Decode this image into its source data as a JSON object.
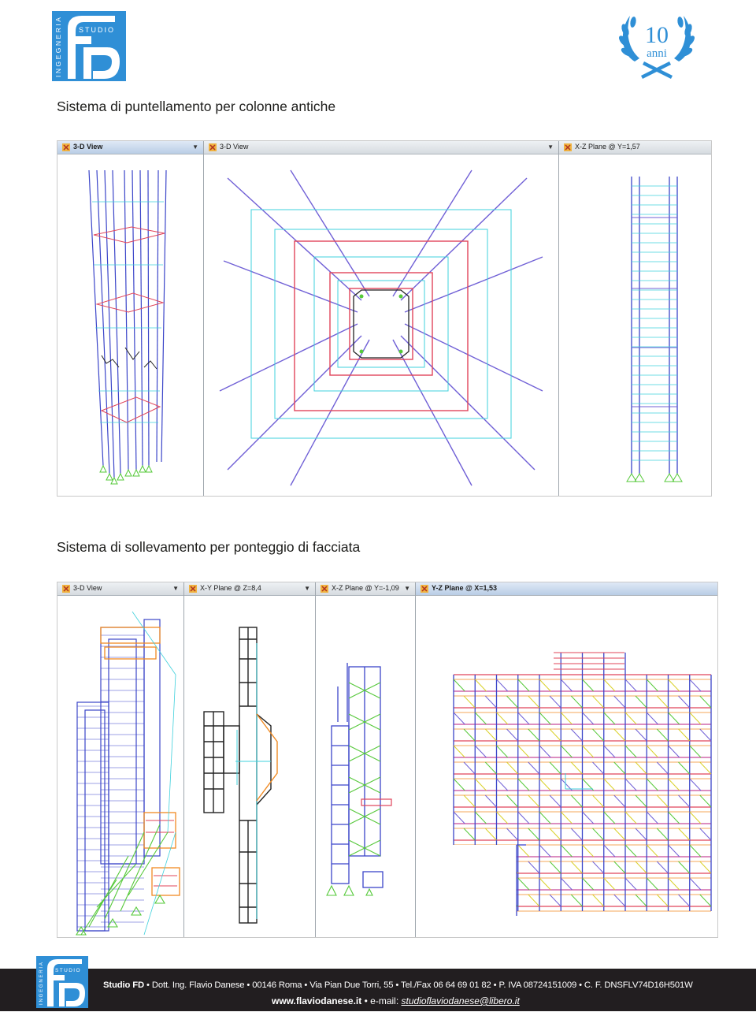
{
  "brand": {
    "logo_letters": "fd",
    "logo_word_vertical": "INGEGNERIA",
    "logo_word_horizontal": "STUDIO",
    "anniversary_number": "10",
    "anniversary_word": "anni"
  },
  "sections": [
    {
      "title": "Sistema di puntellamento per colonne antiche",
      "panels": [
        {
          "label": "3-D View",
          "active": true
        },
        {
          "label": "3-D View",
          "active": false
        },
        {
          "label": "X-Z Plane @ Y=1,57",
          "active": false
        }
      ]
    },
    {
      "title": "Sistema di sollevamento per ponteggio di facciata",
      "panels": [
        {
          "label": "3-D View",
          "active": false
        },
        {
          "label": "X-Y Plane @ Z=8,4",
          "active": false
        },
        {
          "label": "X-Z Plane @ Y=-1,09",
          "active": false
        },
        {
          "label": "Y-Z Plane @ X=1,53",
          "active": true
        }
      ]
    }
  ],
  "footer": {
    "company": "Studio FD",
    "details": [
      "Dott. Ing. Flavio Danese",
      "00146 Roma",
      "Via Pian Due Torri, 55",
      "Tel./Fax 06 64 69 01 82",
      "P. IVA 08724151009",
      "C. F. DNSFLV74D16H501W"
    ],
    "website": "www.flaviodanese.it",
    "email_label": "e-mail:",
    "email": "studioflaviodanese@libero.it",
    "separator": "•"
  },
  "colors": {
    "logo_blue": "#2f8fd6",
    "footer_bg": "#221e20",
    "frame_blue": "#3b45c9",
    "frame_cyan": "#3fd0dc",
    "frame_red": "#e0445a",
    "frame_magenta": "#c84a9a",
    "frame_green": "#56c93a",
    "frame_orange": "#f08a22",
    "frame_yellow": "#d9d12a",
    "frame_violet": "#7060d6",
    "frame_black": "#222222"
  }
}
